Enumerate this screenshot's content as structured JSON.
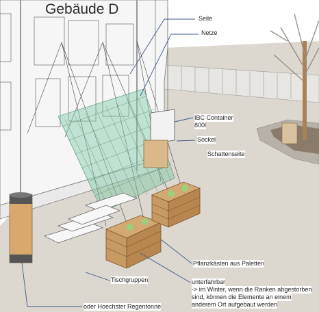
{
  "title": "Gebäude D",
  "labels": {
    "seile": "Seile",
    "netze": "Netze",
    "ibc_line1": "IBC Container",
    "ibc_line2": "800l",
    "sockel": "Sockel",
    "schattenseite": "Schattenseite",
    "pflanzkaesten": "Pflanzkästen aus Paletten",
    "tischgruppen": "Tischgruppen",
    "unterfahrbar_1": "unterfahrbar",
    "unterfahrbar_2": "-> im Winter, wenn die Ranken abgestorben",
    "unterfahrbar_3": "sind, können die Elemente an einem",
    "unterfahrbar_4": "anderem Ort aufgebaut werden",
    "regentonne": "oder Hoechster Regentonne"
  },
  "colors": {
    "net": "#7fc9a6",
    "wood": "#c79a63",
    "ground": "#dcd7cf",
    "leader": "#3a5a8c"
  }
}
